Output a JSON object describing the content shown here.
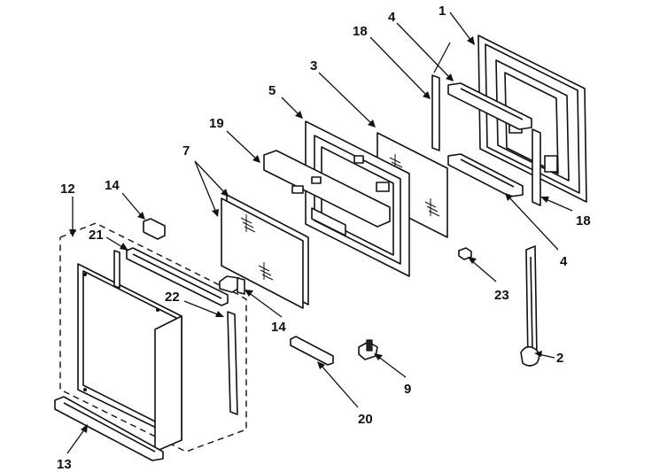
{
  "parts": [
    {
      "key": "door-frame",
      "number": "1"
    },
    {
      "key": "hinge-right",
      "number": "2"
    },
    {
      "key": "inner-glass-panel",
      "number": "3"
    },
    {
      "key": "trim-strip-top",
      "number": "4"
    },
    {
      "key": "trim-strip-bottom",
      "number": "4"
    },
    {
      "key": "glass-pack-frame",
      "number": "5"
    },
    {
      "key": "window-glass",
      "number": "7"
    },
    {
      "key": "hinge-clip",
      "number": "9"
    },
    {
      "key": "outer-door-assembly",
      "number": "12"
    },
    {
      "key": "door-handle-trim",
      "number": "13"
    },
    {
      "key": "clip-upper-left",
      "number": "14"
    },
    {
      "key": "clip-center",
      "number": "14"
    },
    {
      "key": "side-strip-upper",
      "number": "18"
    },
    {
      "key": "side-strip-right",
      "number": "18"
    },
    {
      "key": "insulation-baffle",
      "number": "19"
    },
    {
      "key": "vent-bracket",
      "number": "20"
    },
    {
      "key": "top-channel",
      "number": "21"
    },
    {
      "key": "side-channel",
      "number": "22"
    },
    {
      "key": "small-clip",
      "number": "23"
    }
  ]
}
